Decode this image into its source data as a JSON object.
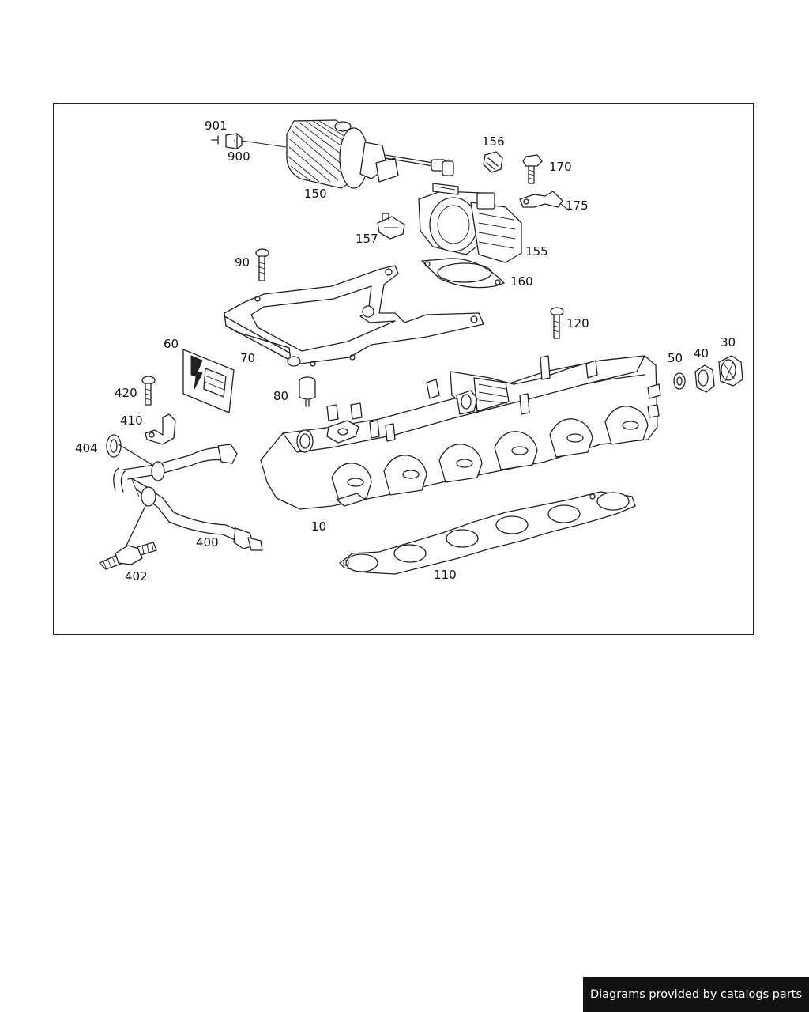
{
  "labels": {
    "p901": "901",
    "p900": "900",
    "p150": "150",
    "p156": "156",
    "p170": "170",
    "p175": "175",
    "p157": "157",
    "p155": "155",
    "p90": "90",
    "p160": "160",
    "p120": "120",
    "p60": "60",
    "p70": "70",
    "p50": "50",
    "p40": "40",
    "p30": "30",
    "p420": "420",
    "p80": "80",
    "p410": "410",
    "p404": "404",
    "p400": "400",
    "p10": "10",
    "p402": "402",
    "p110": "110"
  },
  "watermark": "Diagrams provided by catalogs parts"
}
